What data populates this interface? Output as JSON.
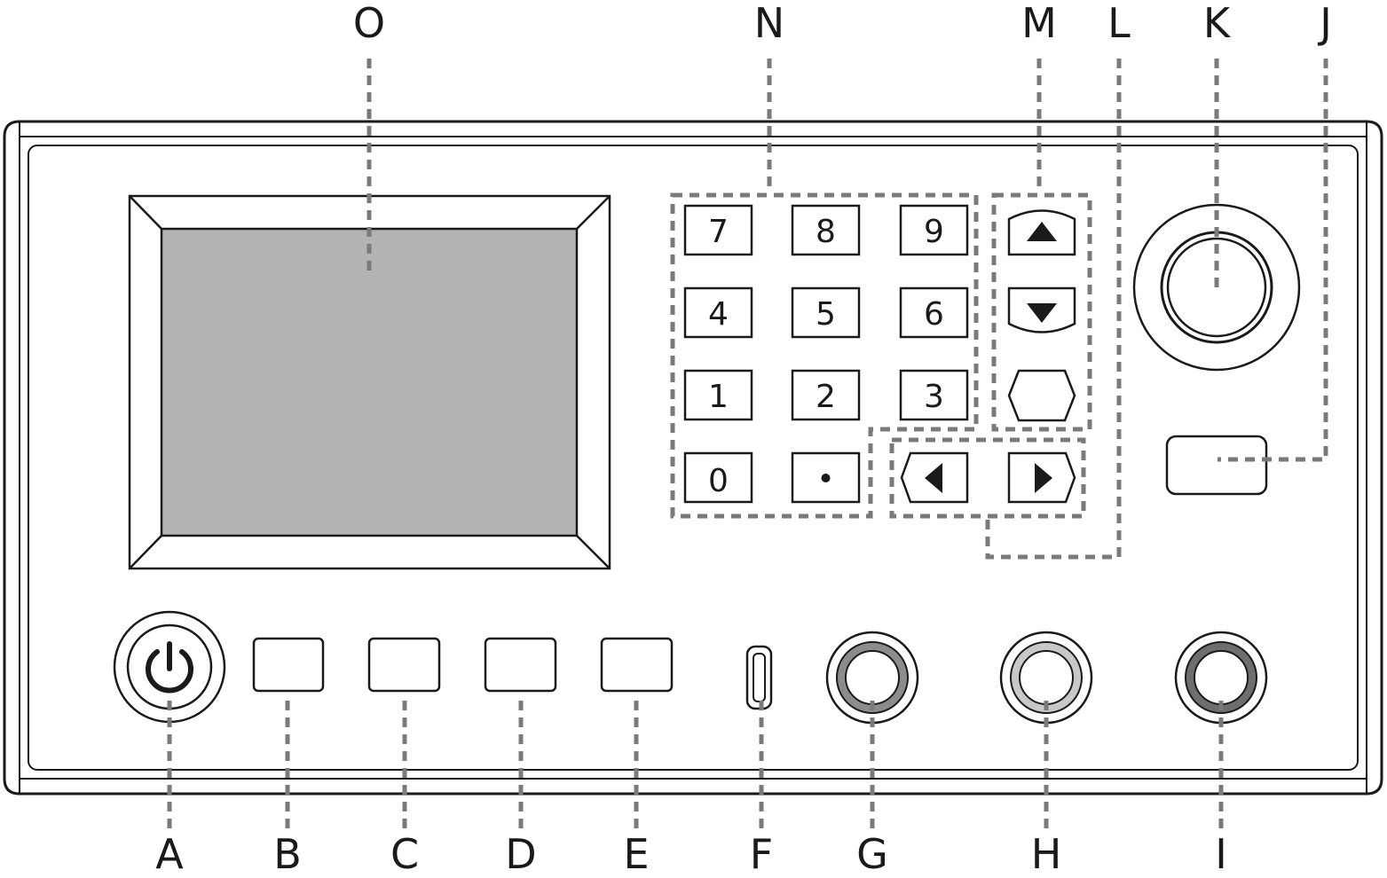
{
  "colors": {
    "line": "#1a1a1a",
    "dashed": "#7a7a7a",
    "screen": "#b3b3b3",
    "terminal_G_ring": "#8c8c8c",
    "terminal_H_ring": "#c8c8c8",
    "terminal_I_ring": "#6e6e6e"
  },
  "callouts": {
    "A": "A",
    "B": "B",
    "C": "C",
    "D": "D",
    "E": "E",
    "F": "F",
    "G": "G",
    "H": "H",
    "I": "I",
    "J": "J",
    "K": "K",
    "L": "L",
    "M": "M",
    "N": "N",
    "O": "O"
  },
  "keypad": {
    "k7": "7",
    "k8": "8",
    "k9": "9",
    "k4": "4",
    "k5": "5",
    "k6": "6",
    "k1": "1",
    "k2": "2",
    "k3": "3",
    "k0": "0"
  },
  "icons": {
    "power": "power-icon",
    "up": "arrow-up-icon",
    "down": "arrow-down-icon",
    "left": "arrow-left-icon",
    "right": "arrow-right-icon",
    "decimal": "dot-icon"
  }
}
